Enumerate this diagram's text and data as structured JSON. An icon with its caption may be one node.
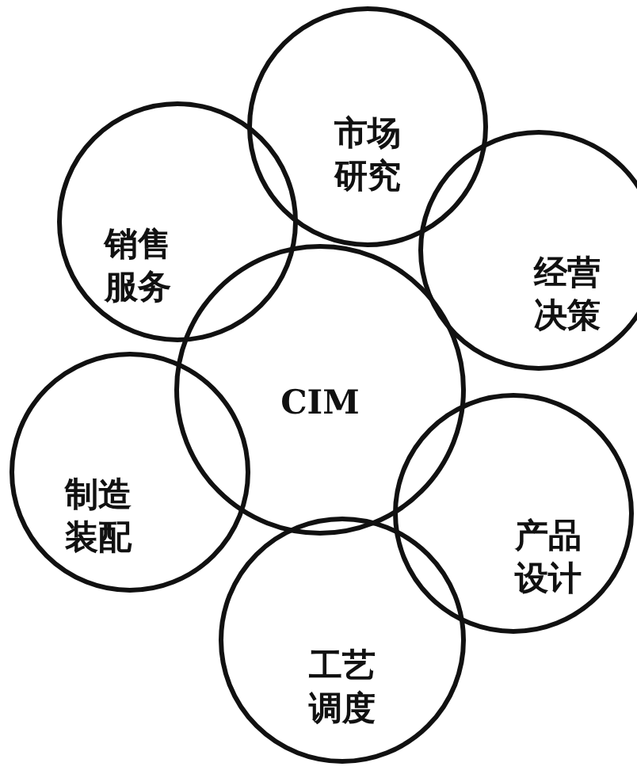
{
  "diagram": {
    "nodes": [
      {
        "text": [
          "市场研究"
        ]
      },
      {
        "text": [
          "销售服务"
        ]
      },
      {
        "text": [
          "经营决策"
        ]
      },
      {
        "text": [
          "CIM"
        ]
      },
      {
        "text": [
          "制造装配"
        ]
      },
      {
        "text": [
          "产品设计"
        ]
      },
      {
        "text": [
          "工艺调度"
        ]
      }
    ]
  }
}
